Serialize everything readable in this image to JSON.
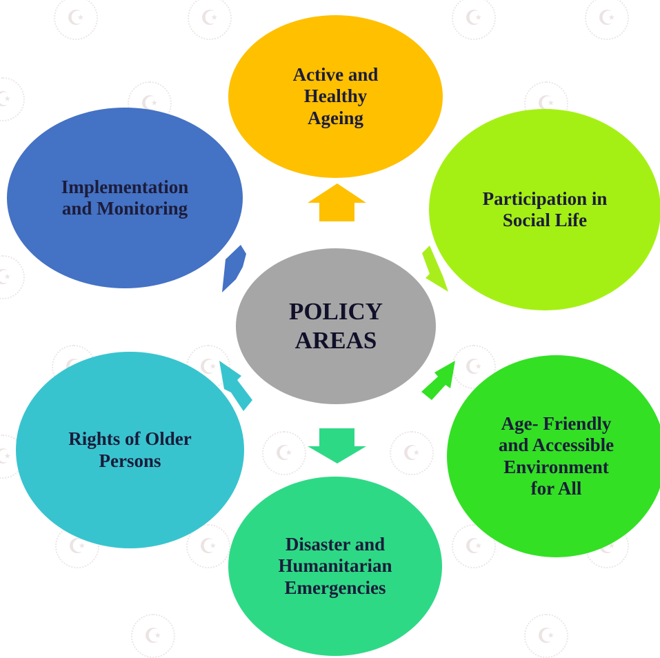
{
  "center": {
    "label": "POLICY\nAREAS",
    "color": "#a6a6a6"
  },
  "areas": [
    {
      "label": "Active and\nHealthy\nAgeing",
      "color": "#ffc000",
      "arrow_color": "#ffc000"
    },
    {
      "label": "Participation in\nSocial Life",
      "color": "#a5f014",
      "arrow_color": "#a9ee1c"
    },
    {
      "label": "Age- Friendly\nand Accessible\nEnvironment\nfor All",
      "color": "#33e024",
      "arrow_color": "#33e024"
    },
    {
      "label": "Disaster and\nHumanitarian\nEmergencies",
      "color": "#2ed986",
      "arrow_color": "#2ed986"
    },
    {
      "label": "Rights of Older\nPersons",
      "color": "#38c4cf",
      "arrow_color": "#38c4cf"
    },
    {
      "label": "Implementation\nand Monitoring",
      "color": "#4472c4",
      "arrow_color": "#4472c4"
    }
  ],
  "watermark_icon": "emblem-watermark-icon"
}
